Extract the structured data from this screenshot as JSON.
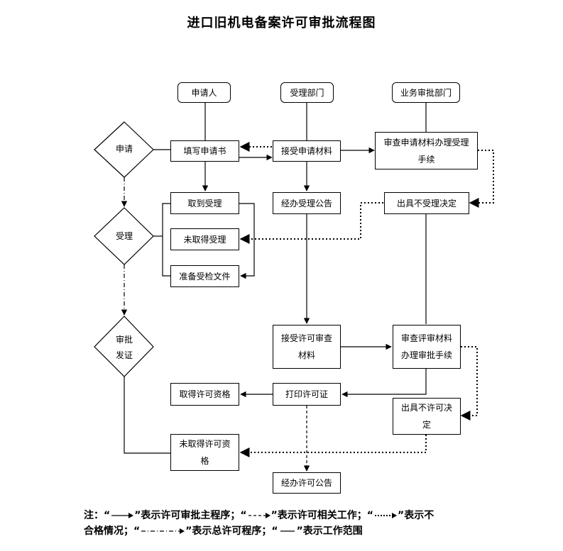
{
  "title": "进口旧机电备案许可审批流程图",
  "lanes": {
    "applicant": "申请人",
    "acceptance_dept": "受理部门",
    "business_dept": "业务审批部门"
  },
  "diamonds": {
    "apply": "申请",
    "accept": "受理",
    "approve_line1": "审批",
    "approve_line2": "发证"
  },
  "boxes": {
    "fill_form": "填写申请书",
    "receive_materials": "接受申请材料",
    "review_materials_line1": "审查申请材料办理受理",
    "review_materials_line2": "手续",
    "get_acceptance": "取到受理",
    "acceptance_notice": "经办受理公告",
    "issue_rejection": "出具不受理决定",
    "not_accepted": "未取得受理",
    "prepare_docs": "准备受检文件",
    "receive_review_line1": "接受许可审查",
    "receive_review_line2": "材料",
    "review_permit_line1": "审查评审材料",
    "review_permit_line2": "办理审批手续",
    "get_permit": "取得许可资格",
    "print_permit": "打印许可证",
    "issue_deny_line1": "出具不许可决",
    "issue_deny_line2": "定",
    "no_permit_line1": "未取得许可资",
    "no_permit_line2": "格",
    "permit_notice": "经办许可公告"
  },
  "legend": {
    "prefix": "注：“",
    "main_label": "”表示许可审批主程序；“",
    "related_label": "”表示许可相关工作；“",
    "unqualified_label_a": "”表示不",
    "unqualified_label_b": "合格情况；“",
    "overall_label": "”表示总许可程序；“",
    "scope_label": "”表示工作范围"
  }
}
